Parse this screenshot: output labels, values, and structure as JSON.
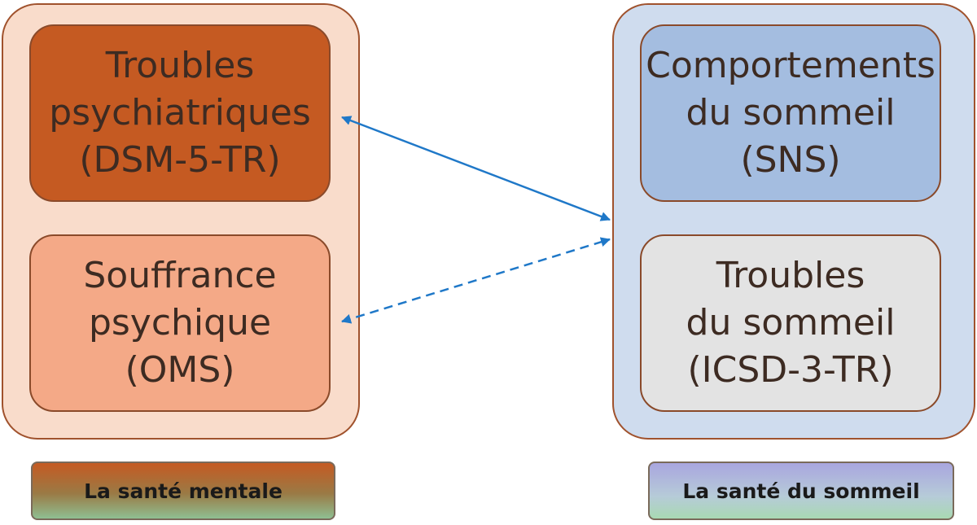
{
  "left_group": {
    "box_top": [
      "Troubles",
      "psychiatriques",
      "(DSM-5-TR)"
    ],
    "box_bottom": [
      "Souffrance",
      "psychique",
      "(OMS)"
    ],
    "legend": "La santé mentale"
  },
  "right_group": {
    "box_top": [
      "Comportements",
      "du sommeil",
      "(SNS)"
    ],
    "box_bottom": [
      "Troubles",
      "du sommeil",
      "(ICSD-3-TR)"
    ],
    "legend": "La santé du sommeil"
  },
  "arrows": [
    {
      "from": "Troubles psychiatriques (DSM-5-TR)",
      "to": "La santé du sommeil",
      "style": "solid",
      "bidirectional": true
    },
    {
      "from": "Souffrance psychique (OMS)",
      "to": "La santé du sommeil",
      "style": "dashed",
      "bidirectional": true
    }
  ],
  "colors": {
    "arrow": "#1f78c8",
    "dsm_box": "#c55a22",
    "oms_box": "#f4a987",
    "sns_box": "#a4bde0",
    "icsd_box": "#e3e3e3",
    "left_group_bg": "#f9dccb",
    "right_group_bg": "#cfdcee"
  }
}
